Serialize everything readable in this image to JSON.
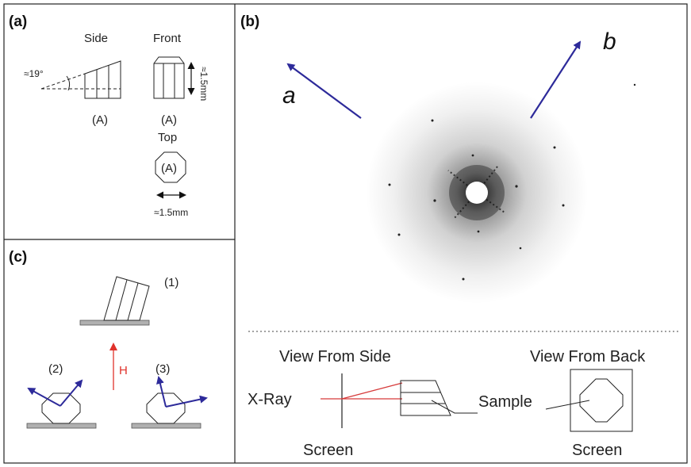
{
  "panel_a": {
    "label": "(a)",
    "side": "Side",
    "front": "Front",
    "top": "Top",
    "angle": "≈19°",
    "height": "≈1.5mm",
    "width": "≈1.5mm",
    "sample_side": "(A)",
    "sample_front": "(A)",
    "sample_top": "(A)"
  },
  "panel_b": {
    "label": "(b)",
    "axis_a": "a",
    "axis_b": "b",
    "view_side": "View From Side",
    "view_back": "View From Back",
    "xray": "X-Ray",
    "sample": "Sample",
    "screen_left": "Screen",
    "screen_right": "Screen"
  },
  "panel_c": {
    "label": "(c)",
    "step1": "(1)",
    "step2": "(2)",
    "step3": "(3)",
    "field": "H"
  },
  "colors": {
    "arrow": "#2d2a9a",
    "field": "#e0322b",
    "xray_beam": "#d63a3a",
    "stage": "#b0b0b0"
  }
}
